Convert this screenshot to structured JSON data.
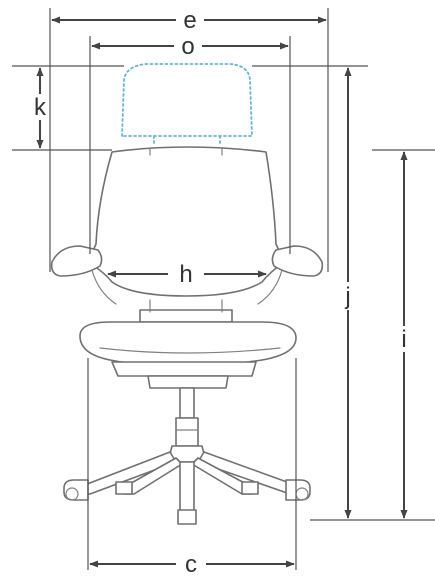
{
  "diagram": {
    "labels": {
      "e": "e",
      "o": "o",
      "k": "k",
      "h": "h",
      "j": "j",
      "i": "i",
      "c": "c"
    },
    "colors": {
      "line": "#555555",
      "headrest_dotted": "#5fb8d4",
      "text": "#333333"
    }
  }
}
